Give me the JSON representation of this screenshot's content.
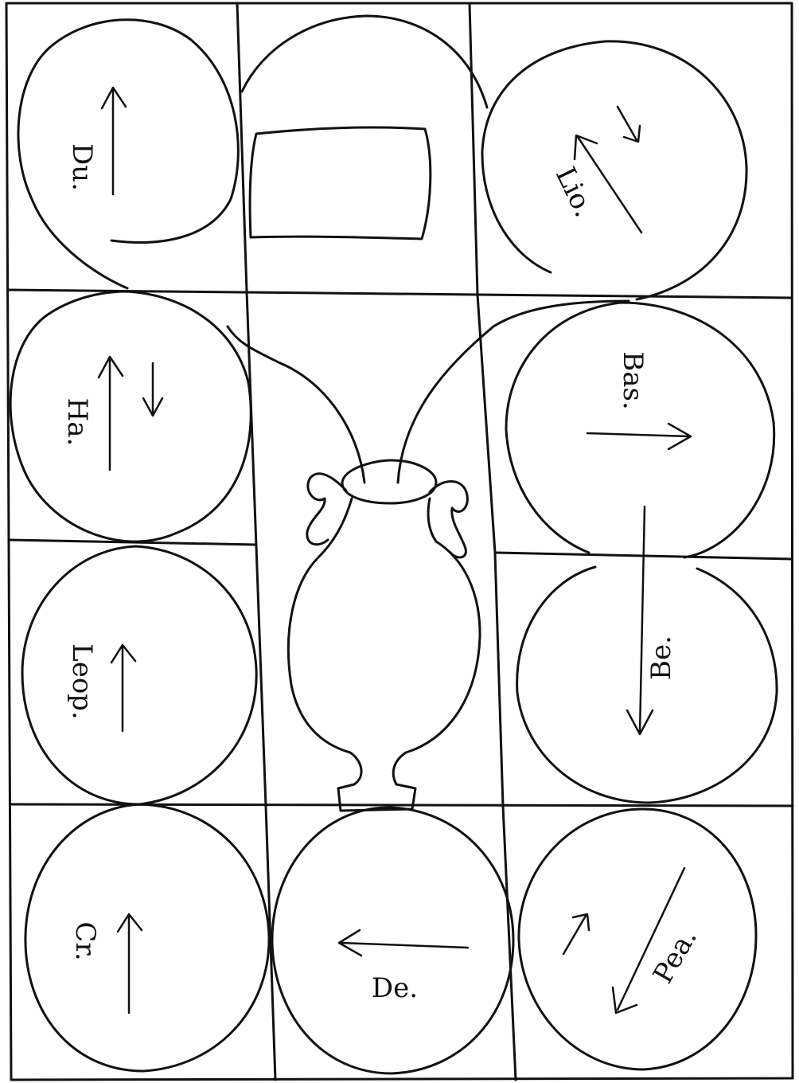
{
  "diagram": {
    "labels": {
      "du": "Du.",
      "lio": "Lio.",
      "ha": "Ha.",
      "bas": "Bas.",
      "leop": "Leop.",
      "be": "Be.",
      "cr": "Cr.",
      "de": "De.",
      "pea": "Pea."
    },
    "colors": {
      "ink": "#111111",
      "paper": "#ffffff"
    }
  }
}
